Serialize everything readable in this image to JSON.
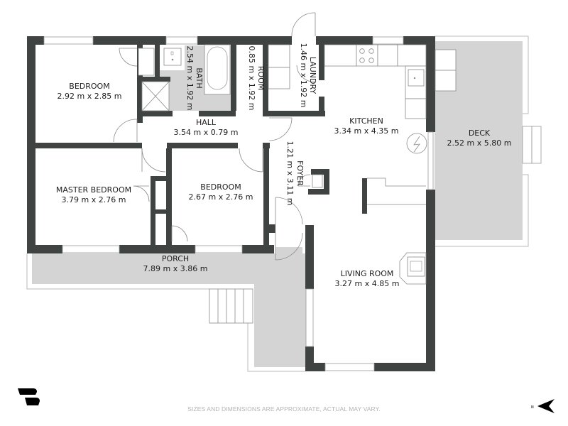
{
  "rooms": [
    {
      "id": "bedroom-1",
      "name": "BEDROOM",
      "dims": "2.92 m x 2.85 m"
    },
    {
      "id": "bath",
      "name": "BATH",
      "dims": "2.54 m x 1.92 m"
    },
    {
      "id": "room",
      "name": "ROOM",
      "dims": "0.85 m x 1.92 m"
    },
    {
      "id": "laundry",
      "name": "LAUNDRY",
      "dims": "1.46 m x 1.92 m"
    },
    {
      "id": "hall",
      "name": "HALL",
      "dims": "3.54 m x 0.79 m"
    },
    {
      "id": "kitchen",
      "name": "KITCHEN",
      "dims": "3.34 m x 4.35 m"
    },
    {
      "id": "deck",
      "name": "DECK",
      "dims": "2.52 m x 5.80 m"
    },
    {
      "id": "foyer",
      "name": "FOYER",
      "dims": "1.21 m x 3.11 m"
    },
    {
      "id": "master-bedroom",
      "name": "MASTER BEDROOM",
      "dims": "3.79 m x 2.76 m"
    },
    {
      "id": "bedroom-2",
      "name": "BEDROOM",
      "dims": "2.67 m x 2.76 m"
    },
    {
      "id": "porch",
      "name": "PORCH",
      "dims": "7.89 m x 3.86 m"
    },
    {
      "id": "living-room",
      "name": "LIVING ROOM",
      "dims": "3.27 m x 4.85 m"
    }
  ],
  "footer": {
    "disclaimer": "SIZES AND DIMENSIONS ARE APPROXIMATE, ACTUAL MAY VARY.",
    "north_label": "N"
  },
  "icons": {
    "logo": "brand-logo-icon",
    "north": "north-arrow-icon"
  },
  "colors": {
    "wall": "#3f4341",
    "outdoor_floor": "#d4d4d4",
    "interior_floor": "#ffffff",
    "text": "#1c1c1c",
    "disclaimer": "#b3b3b3"
  }
}
